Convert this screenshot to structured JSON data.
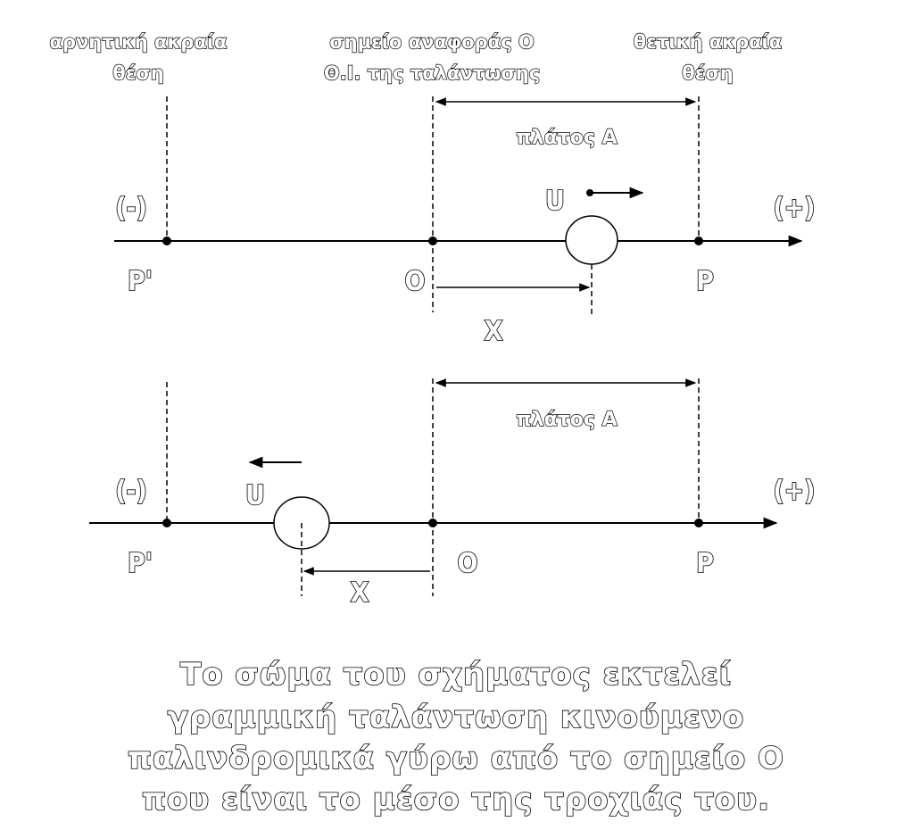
{
  "headers": {
    "negative_extreme": [
      "αρνητική ακραία",
      "θέση"
    ],
    "reference_point": [
      "σημείο αναφοράς Ο",
      "Θ.Ι. της ταλάντωσης"
    ],
    "positive_extreme": [
      "θετική ακραία",
      "θέση"
    ]
  },
  "top_diagram": {
    "minus_label": "(-)",
    "plus_label": "(+)",
    "amplitude_label": "πλάτος Α",
    "velocity_label": "U",
    "point_p_prime": "P'",
    "point_o": "O",
    "point_p": "P",
    "displacement_label": "X"
  },
  "bottom_diagram": {
    "minus_label": "(-)",
    "plus_label": "(+)",
    "amplitude_label": "πλάτος Α",
    "velocity_label": "U",
    "point_p_prime": "P'",
    "point_o": "O",
    "point_p": "P",
    "displacement_label": "X"
  },
  "caption": [
    "Το σώμα του σχήματος εκτελεί",
    "γραμμική ταλάντωση κινούμενο",
    "παλινδρομικά γύρω από το σημείο Ο",
    "που είναι το μέσο της τροχιάς του."
  ],
  "colors": {
    "stroke": "#000000",
    "background": "#ffffff"
  }
}
